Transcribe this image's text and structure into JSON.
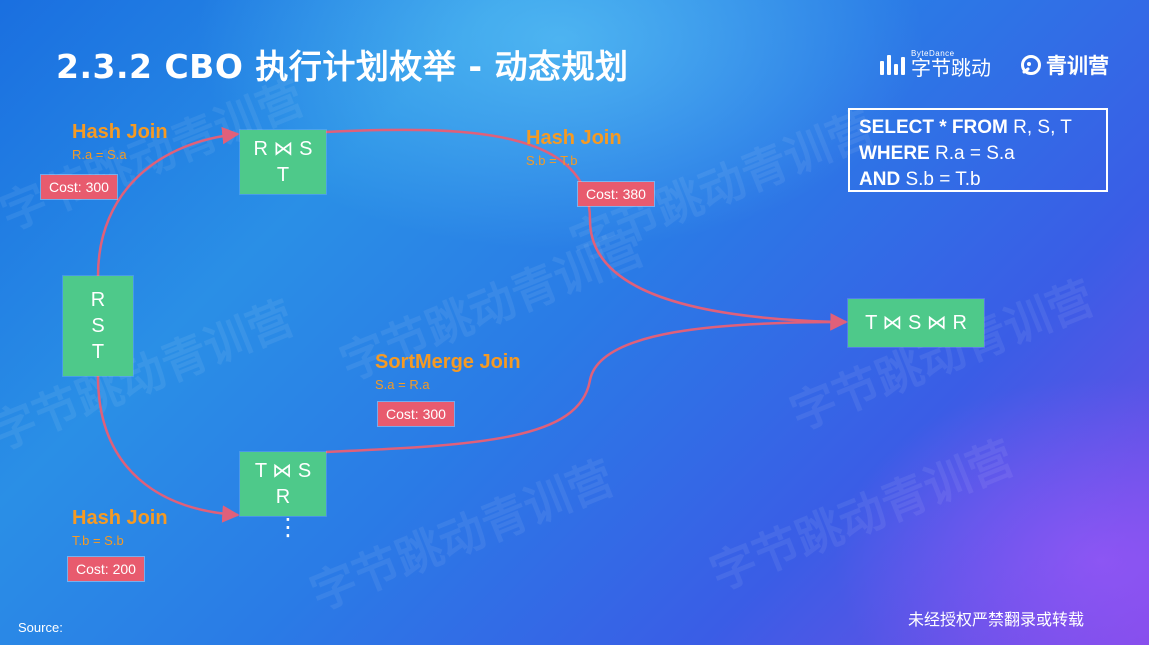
{
  "title": "2.3.2 CBO 执行计划枚举 - 动态规划",
  "brand": {
    "bytedance_small": "ByteDance",
    "bytedance_main": "字节跳动",
    "qingxun": "青训营"
  },
  "watermark_text": "字节跳动青训营",
  "sql": {
    "line1_kw": "SELECT * FROM",
    "line1_rest": " R, S, T",
    "line2_kw": "WHERE",
    "line2_rest": " R.a = S.a",
    "line3_kw": "AND",
    "line3_rest": " S.b = T.b"
  },
  "nodes": {
    "rst": [
      "R",
      "S",
      "T"
    ],
    "rs_t": [
      "R ⋈ S",
      "T"
    ],
    "ts_r": [
      "T ⋈ S",
      "R"
    ],
    "final": [
      "T ⋈ S ⋈ R"
    ]
  },
  "edges": {
    "rst_to_rs": {
      "join": "Hash Join",
      "cond": "R.a = S.a",
      "cost": "Cost: 300"
    },
    "rst_to_ts": {
      "join": "Hash Join",
      "cond": "T.b = S.b",
      "cost": "Cost: 200"
    },
    "rs_to_final": {
      "join": "Hash Join",
      "cond": "S.b = T.b",
      "cost": "Cost: 380"
    },
    "ts_to_final": {
      "join": "SortMerge Join",
      "cond": "S.a = R.a",
      "cost": "Cost: 300"
    }
  },
  "ellipsis": "⋮",
  "footer_note": "未经授权严禁翻录或转载",
  "source_label": "Source:",
  "source_link": "",
  "colors": {
    "node": "#4ec98a",
    "edge": "#e0607a",
    "cost_bg": "#e85b6e",
    "join_label": "#f59a23"
  }
}
